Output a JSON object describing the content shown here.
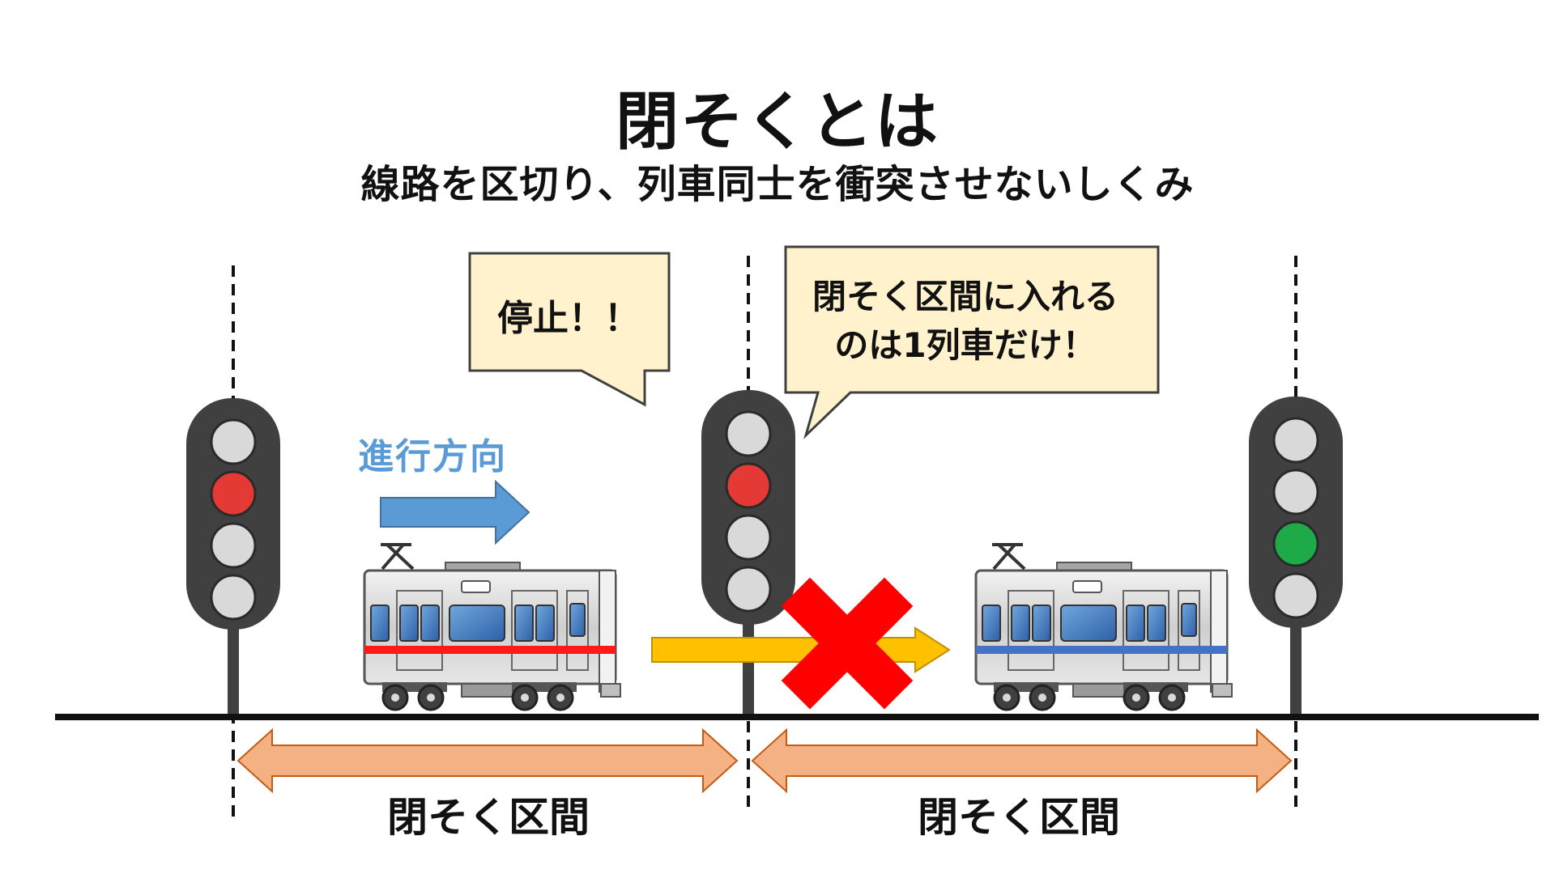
{
  "title": "閉そくとは",
  "subtitle": "線路を区切り、列車同士を衝突させないしくみ",
  "direction_label": "進行方向",
  "bubbles": {
    "stop": "停止！！",
    "rule_line1": "閉そく区間に入れる",
    "rule_line2": "のは1列車だけ！"
  },
  "sections": [
    "閉そく区間",
    "閉そく区間"
  ],
  "signals": [
    {
      "aspect": "red",
      "lamps": [
        "off",
        "red",
        "off",
        "off"
      ]
    },
    {
      "aspect": "red",
      "lamps": [
        "off",
        "red",
        "off",
        "off"
      ]
    },
    {
      "aspect": "green",
      "lamps": [
        "off",
        "off",
        "green",
        "off"
      ]
    }
  ],
  "colors": {
    "lamp_off": "#d9d9d9",
    "lamp_red": "#e53935",
    "lamp_green": "#1faa4a",
    "signal_body": "#404040",
    "direction_arrow": "#5b9bd5",
    "section_arrow": "#f4b183",
    "blocked_arrow": "#ffc000",
    "cross": "#ff0000",
    "bubble_fill": "#fff2cc",
    "train1_stripe": "#ff1a1a",
    "train2_stripe": "#4472c4"
  }
}
